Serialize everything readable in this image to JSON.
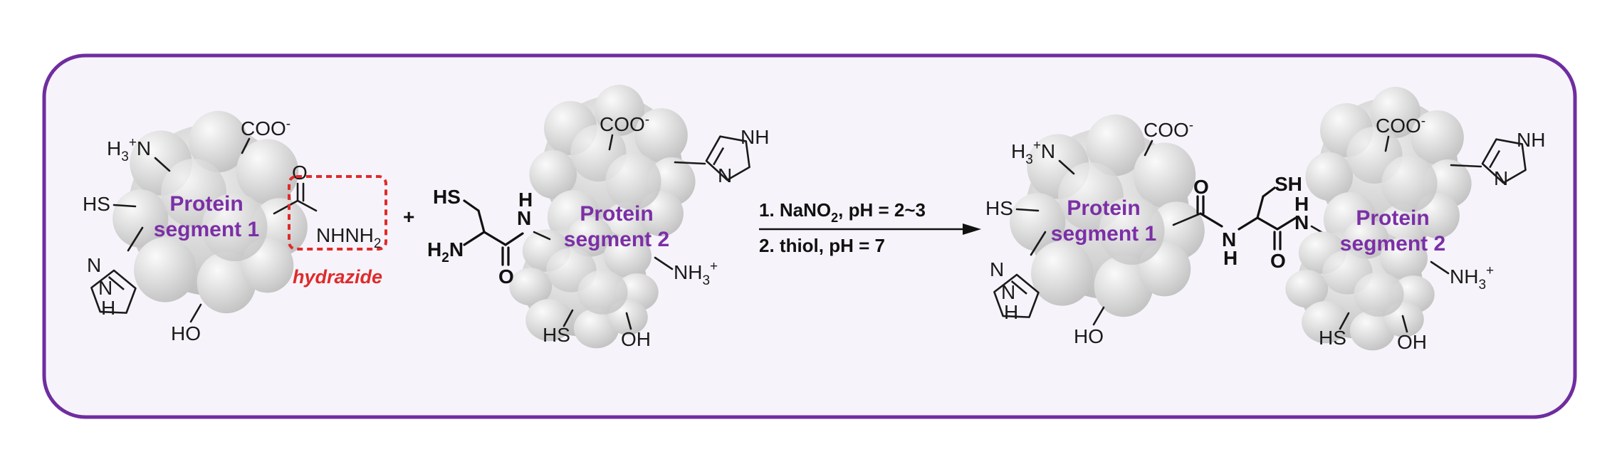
{
  "colors": {
    "frame": "#6f2da0",
    "panel": "#f6f4fa",
    "segment_label": "#7b2fa6",
    "hydrazide": "#e02a2a",
    "blob": "#cfcfcf"
  },
  "labels": {
    "segment1": [
      "Protein",
      "segment 1"
    ],
    "segment2": [
      "Protein",
      "segment 2"
    ],
    "hydrazide": "hydrazide",
    "plus": "+",
    "conditions": [
      "1. NaNO",
      "2",
      ", pH = 2~3",
      "2. thiol, pH = 7"
    ]
  },
  "groups": {
    "coo": "COO",
    "minus": "-",
    "h3n": [
      "H",
      "3",
      "+",
      "N"
    ],
    "nh3": [
      "NH",
      "3",
      "+"
    ],
    "sh": "SH",
    "hs": "HS",
    "ho": "HO",
    "oh": "OH",
    "o": "O",
    "nh": "NH",
    "n": "N",
    "h": "H",
    "nhnh2": [
      "NHNH",
      "2"
    ],
    "h2n": [
      "H",
      "2",
      "N"
    ]
  },
  "icons": [
    "protein-blob",
    "imidazole-ring",
    "reaction-arrow",
    "dashed-highlight-box"
  ]
}
